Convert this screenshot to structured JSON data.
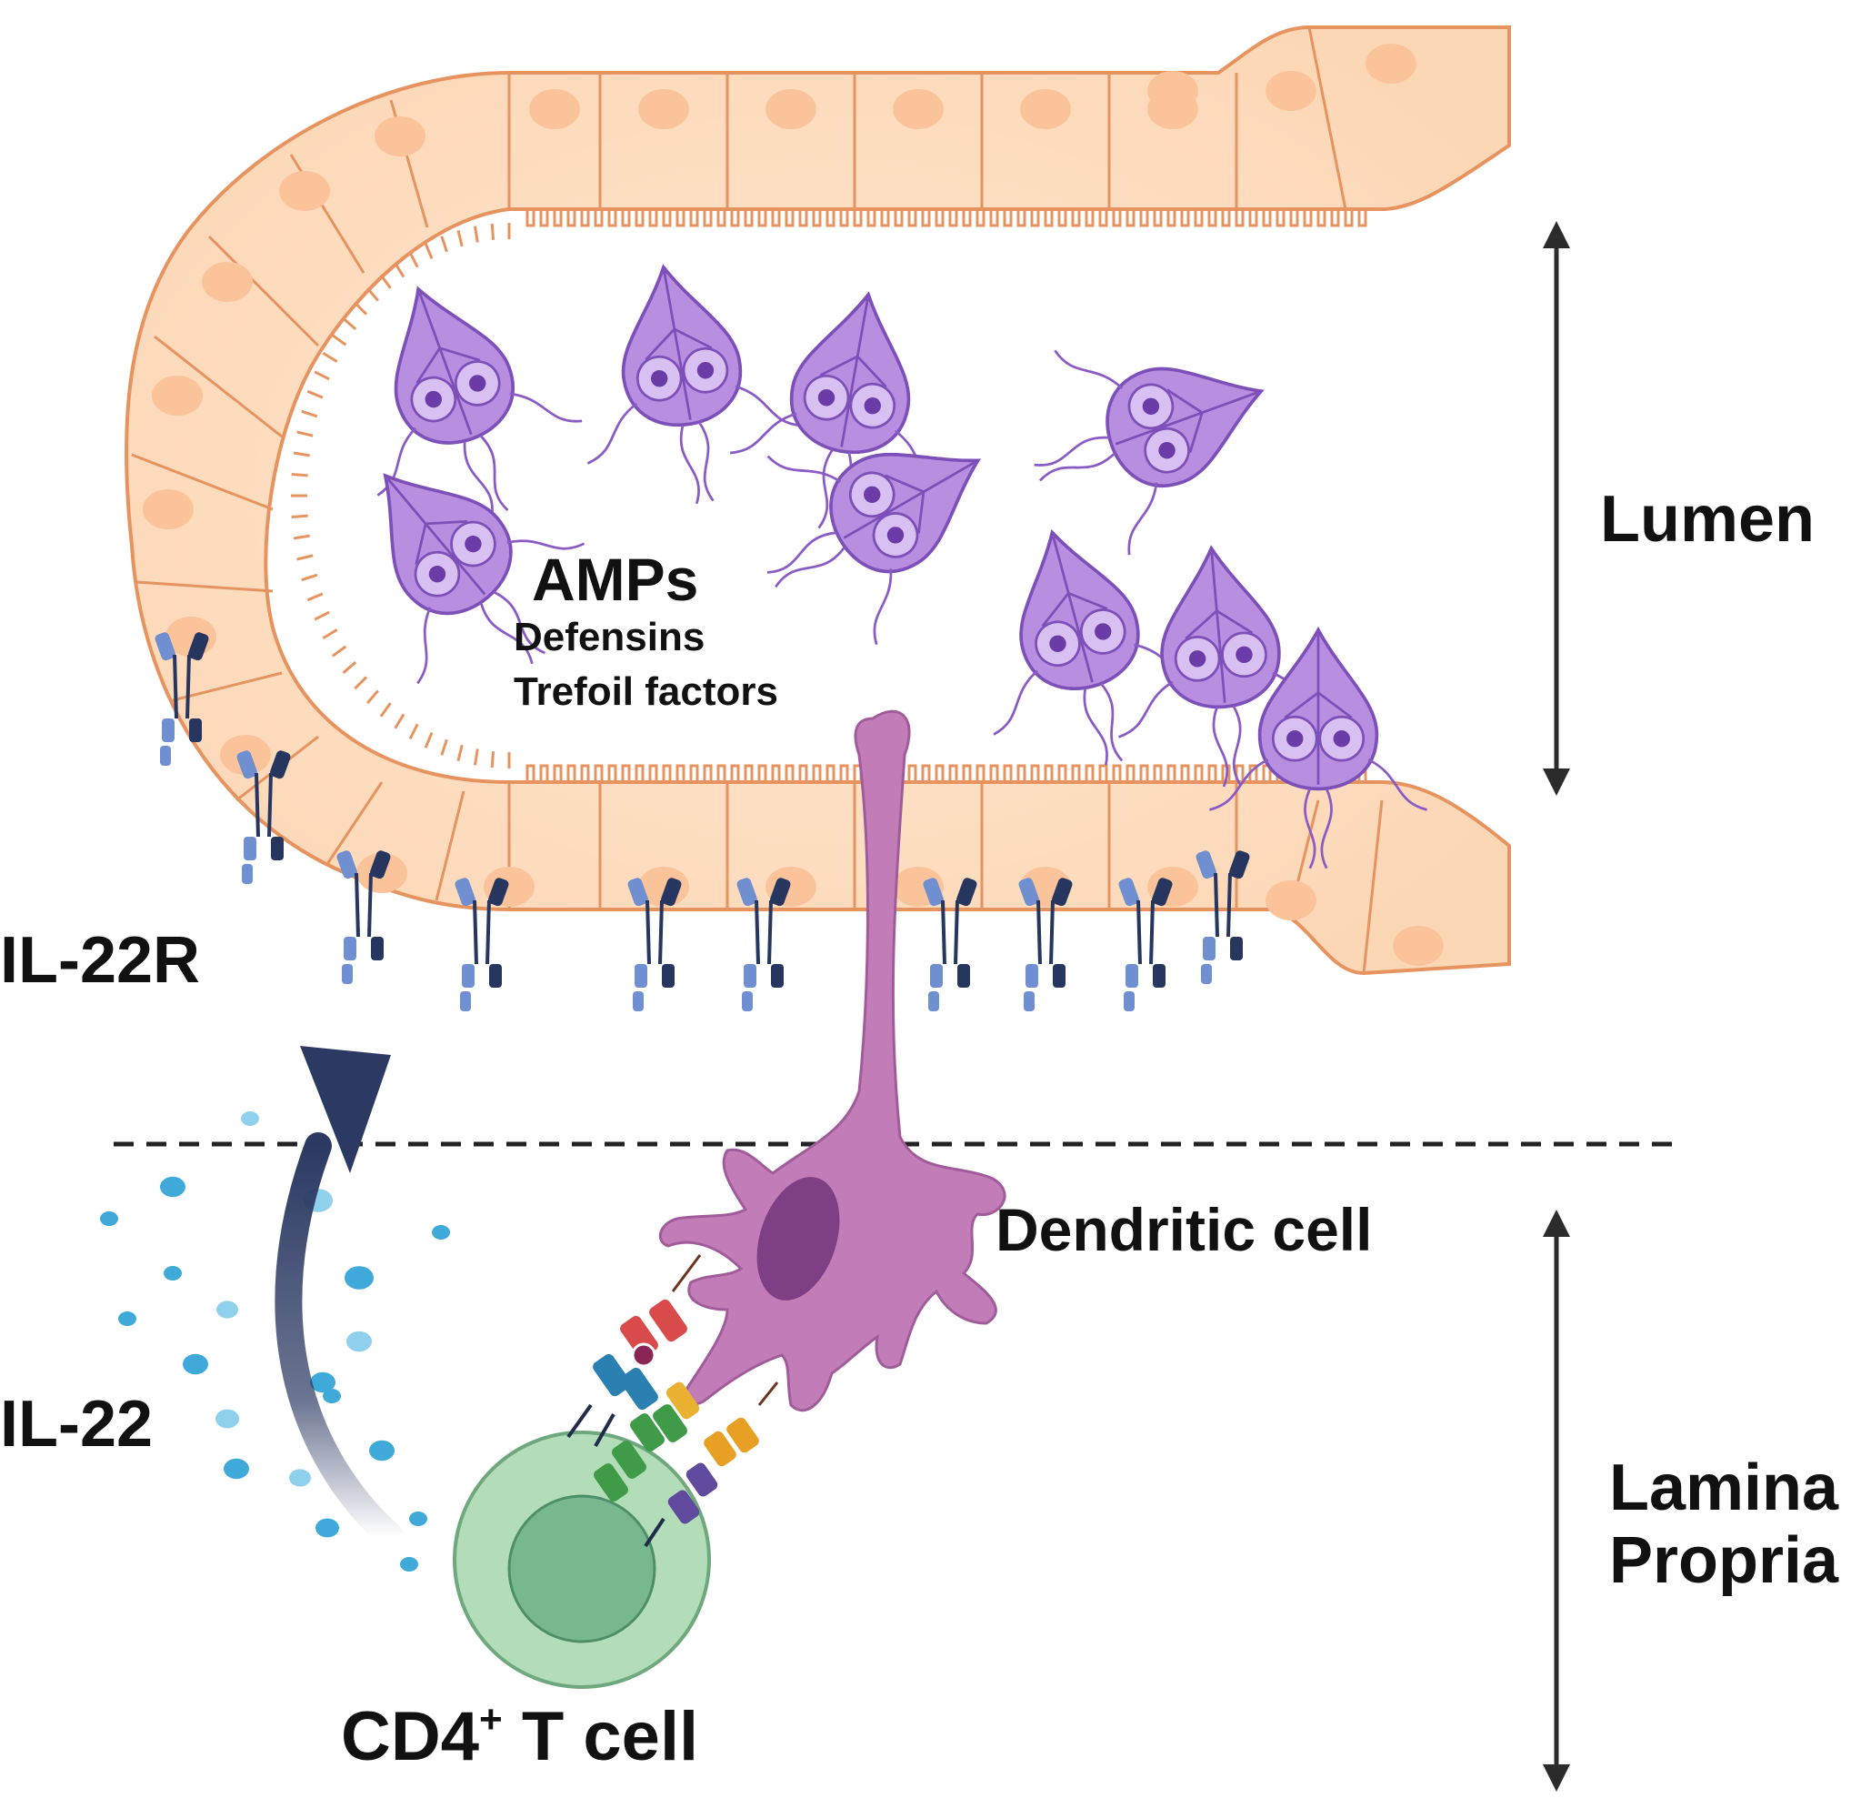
{
  "labels": {
    "lumen": "Lumen",
    "lamina_line1": "Lamina",
    "lamina_line2": "Propria",
    "amps": "AMPs",
    "defensins": "Defensins",
    "trefoil": "Trefoil factors",
    "il22r": "IL-22R",
    "il22": "IL-22",
    "dendritic": "Dendritic cell",
    "cd4_main": "CD4",
    "cd4_sup": "+",
    "cd4_rest": " T cell"
  },
  "colors": {
    "epithelium_fill": "#fde0c6",
    "epithelium_stroke": "#e7935f",
    "nucleus": "#fbc39a",
    "giardia": "#b88ee0",
    "giardia_dark": "#6b3ba8",
    "dendritic": "#c27cb8",
    "dendritic_nucleus": "#7e3f85",
    "tcell": "#a9d8b0",
    "tcell_nucleus": "#6db386",
    "receptor_light": "#6f8fd0",
    "receptor_dark": "#27365e",
    "arrow": "#2c3a63",
    "cytokine": "#3fa9d9",
    "text": "#111111"
  },
  "icons": [
    "giardia-trophozoite-icon",
    "il22-receptor-icon",
    "cytokine-dot-icon"
  ]
}
